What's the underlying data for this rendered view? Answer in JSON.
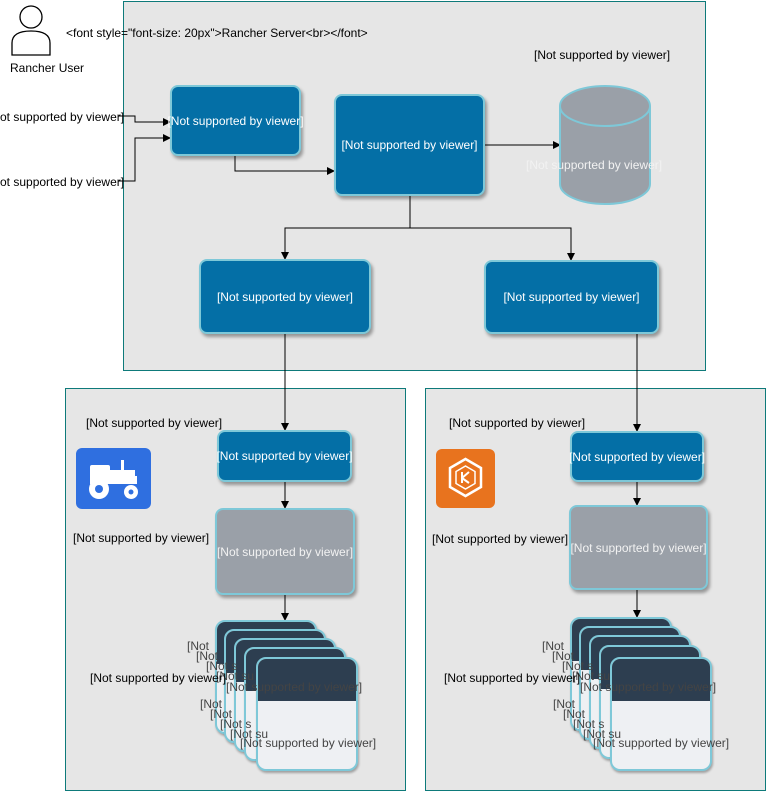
{
  "user": {
    "label": "Rancher User"
  },
  "server": {
    "title_text": "<font style=\"font-size: 20px\">Rancher Server<br></font>"
  },
  "placeholder": "[Not supported by viewer]",
  "placeholder_clipped": "ot supported by viewer]",
  "placeholder_partial_a": "[Not",
  "placeholder_partial_b": "[Not s",
  "placeholder_partial_c": "[Not su",
  "placeholder_partial_d": "upported by viewer]",
  "placeholder_partial_e": "ipported by viewer]",
  "placeholder_partial_f": "supported by viewer]",
  "icons": {
    "left_cluster": "tractor-icon",
    "right_cluster": "kubernetes-icon"
  },
  "colors": {
    "box_blue": "#046fa6",
    "box_grey": "#9aa0a8",
    "frame_bg": "#e6e6e6",
    "frame_border": "#0e7a7a",
    "node_dark": "#2d3e50",
    "tractor_bg": "#2f6fe0",
    "k8s_bg": "#e8731e"
  }
}
